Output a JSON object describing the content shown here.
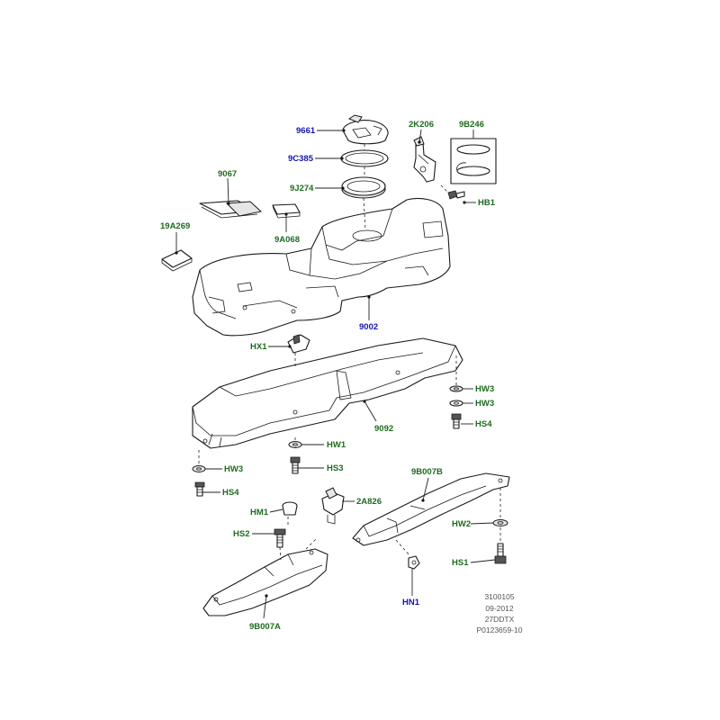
{
  "callouts": [
    {
      "id": "9661",
      "text": "9661",
      "color": "blue"
    },
    {
      "id": "9C385",
      "text": "9C385",
      "color": "blue"
    },
    {
      "id": "9J274",
      "text": "9J274",
      "color": "green"
    },
    {
      "id": "2K206",
      "text": "2K206",
      "color": "green"
    },
    {
      "id": "9B246",
      "text": "9B246",
      "color": "green"
    },
    {
      "id": "HB1",
      "text": "HB1",
      "color": "green"
    },
    {
      "id": "9067",
      "text": "9067",
      "color": "green"
    },
    {
      "id": "9A068",
      "text": "9A068",
      "color": "green"
    },
    {
      "id": "19A269",
      "text": "19A269",
      "color": "green"
    },
    {
      "id": "9002",
      "text": "9002",
      "color": "blue"
    },
    {
      "id": "HX1",
      "text": "HX1",
      "color": "green"
    },
    {
      "id": "HW3_a",
      "text": "HW3",
      "color": "green"
    },
    {
      "id": "HW3_b",
      "text": "HW3",
      "color": "green"
    },
    {
      "id": "HS4_a",
      "text": "HS4",
      "color": "green"
    },
    {
      "id": "9092",
      "text": "9092",
      "color": "green"
    },
    {
      "id": "HW1",
      "text": "HW1",
      "color": "green"
    },
    {
      "id": "HS3",
      "text": "HS3",
      "color": "green"
    },
    {
      "id": "HW3_c",
      "text": "HW3",
      "color": "green"
    },
    {
      "id": "HS4_b",
      "text": "HS4",
      "color": "green"
    },
    {
      "id": "9B007B",
      "text": "9B007B",
      "color": "green"
    },
    {
      "id": "2A826",
      "text": "2A826",
      "color": "green"
    },
    {
      "id": "HM1",
      "text": "HM1",
      "color": "green"
    },
    {
      "id": "HS2",
      "text": "HS2",
      "color": "green"
    },
    {
      "id": "HW2",
      "text": "HW2",
      "color": "green"
    },
    {
      "id": "HS1",
      "text": "HS1",
      "color": "green"
    },
    {
      "id": "HN1",
      "text": "HN1",
      "color": "blue"
    },
    {
      "id": "9B007A",
      "text": "9B007A",
      "color": "green"
    }
  ],
  "reference_block": {
    "line1": "3100105",
    "line2": "09-2012",
    "line3": "27DDTX",
    "line4": "P0123659-10"
  },
  "colors": {
    "callout_green": "#1e6b1e",
    "callout_blue": "#1616a8",
    "line_art": "#1a1a1a"
  }
}
